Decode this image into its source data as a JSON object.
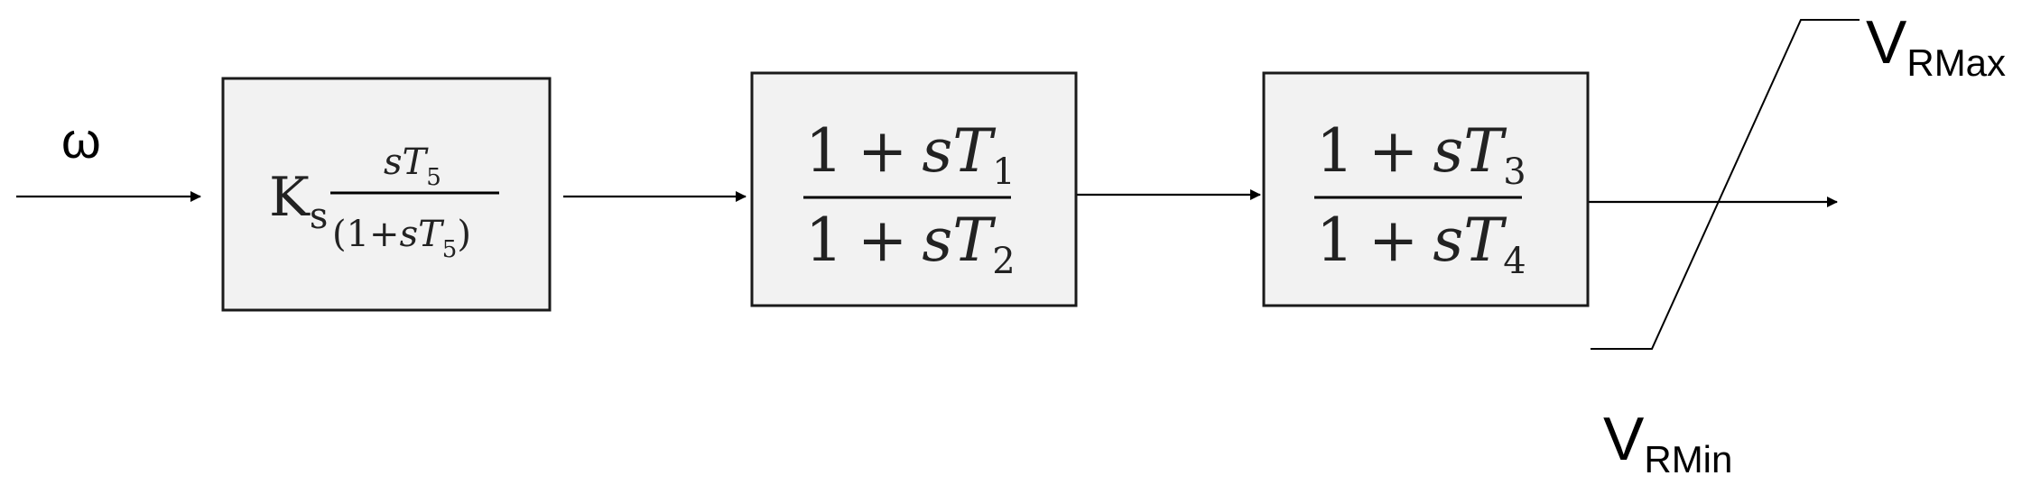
{
  "input_signal": {
    "symbol": "ω"
  },
  "blocks": [
    {
      "id": "washout",
      "gain": {
        "base": "K",
        "sub": "s"
      },
      "numerator": {
        "s": "s",
        "T": "T",
        "sub": "5"
      },
      "denominator": {
        "open": "(1+",
        "s": "s",
        "T": "T",
        "sub": "5",
        "close": ")"
      }
    },
    {
      "id": "lead-lag-1",
      "numerator": {
        "one": "1",
        "plus": "+",
        "s": "s",
        "T": "T",
        "sub": "1"
      },
      "denominator": {
        "one": "1",
        "plus": "+",
        "s": "s",
        "T": "T",
        "sub": "2"
      }
    },
    {
      "id": "lead-lag-2",
      "numerator": {
        "one": "1",
        "plus": "+",
        "s": "s",
        "T": "T",
        "sub": "3"
      },
      "denominator": {
        "one": "1",
        "plus": "+",
        "s": "s",
        "T": "T",
        "sub": "4"
      }
    }
  ],
  "limiter": {
    "max": {
      "base": "V",
      "sub": "RMax"
    },
    "min": {
      "base": "V",
      "sub": "RMin"
    }
  }
}
